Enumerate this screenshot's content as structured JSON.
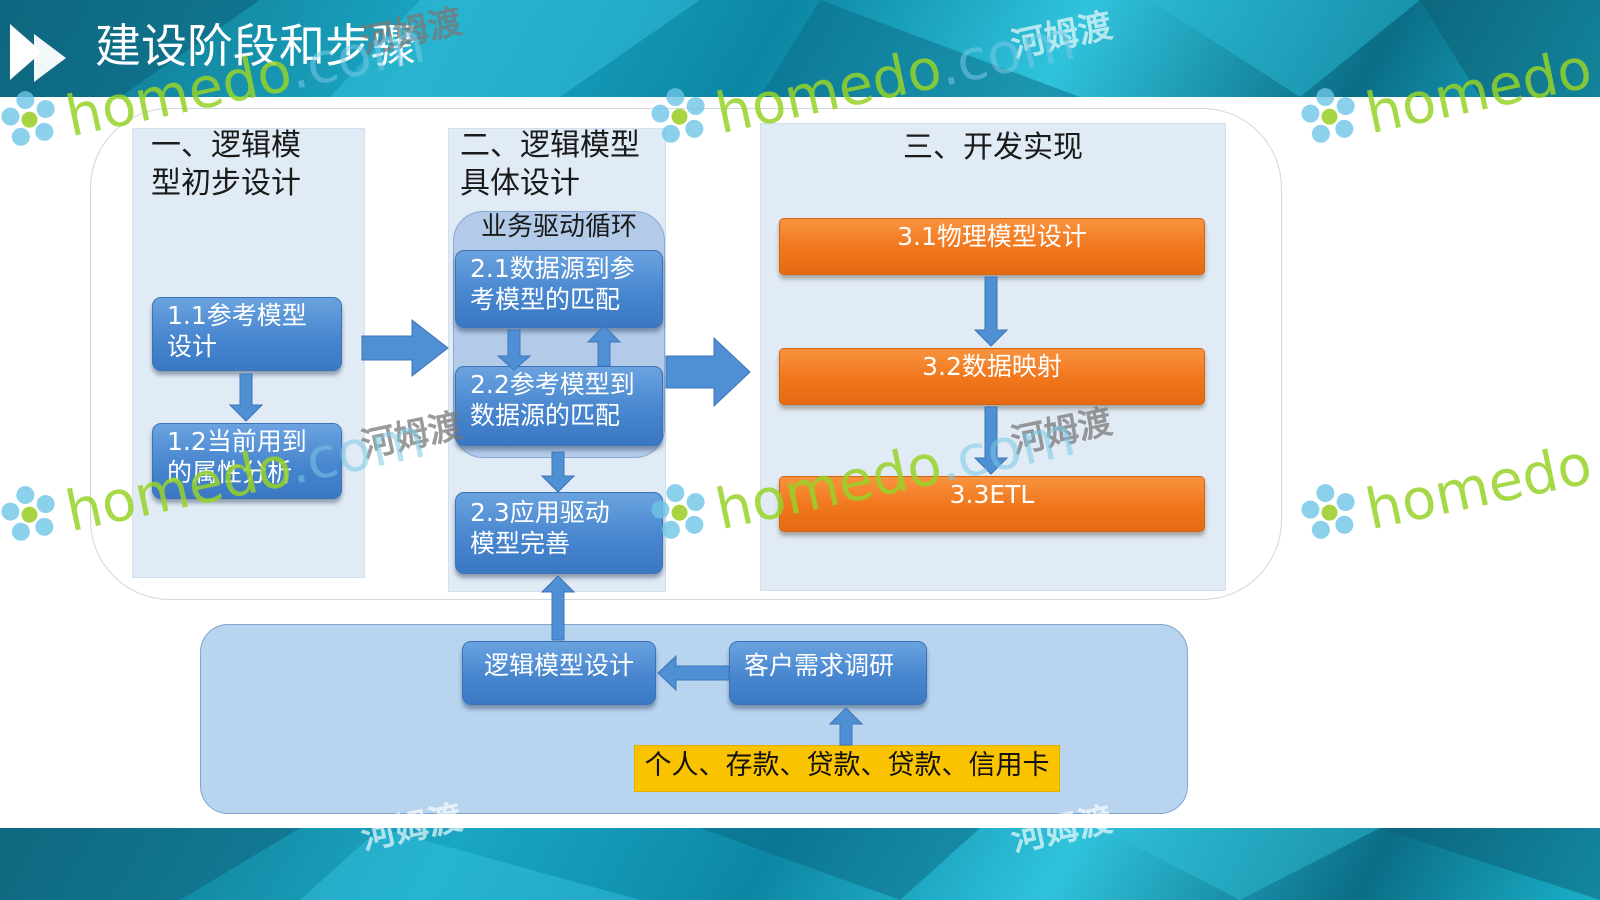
{
  "slide": {
    "title": "建设阶段和步骤"
  },
  "phases": [
    {
      "title": "一、逻辑模\n型初步设计"
    },
    {
      "title": "二、逻辑模型\n具体设计"
    },
    {
      "title": "三、开发实现"
    }
  ],
  "phase1_steps": [
    {
      "label": "1.1参考模型\n设计"
    },
    {
      "label": "1.2当前用到\n的属性分析"
    }
  ],
  "phase2": {
    "loop_label": "业务驱动循环",
    "steps": [
      {
        "label": "2.1数据源到参\n考模型的匹配"
      },
      {
        "label": "2.2参考模型到\n数据源的匹配"
      },
      {
        "label": "2.3应用驱动\n模型完善"
      }
    ]
  },
  "phase3_steps": [
    {
      "label": "3.1物理模型设计"
    },
    {
      "label": "3.2数据映射"
    },
    {
      "label": "3.3ETL"
    }
  ],
  "bottom": {
    "logic_design": "逻辑模型设计",
    "customer_research": "客户需求调研",
    "domains": "个人、存款、贷款、贷款、信用卡"
  },
  "watermark": {
    "cn": "河姆渡",
    "word": "homedo",
    "dom": ".com"
  },
  "colors": {
    "blue_box": "#4886cf",
    "orange_box": "#f0761c",
    "yellow_box": "#f9c300",
    "arrow": "#4f8fd3",
    "band": "#1aa7c4"
  }
}
